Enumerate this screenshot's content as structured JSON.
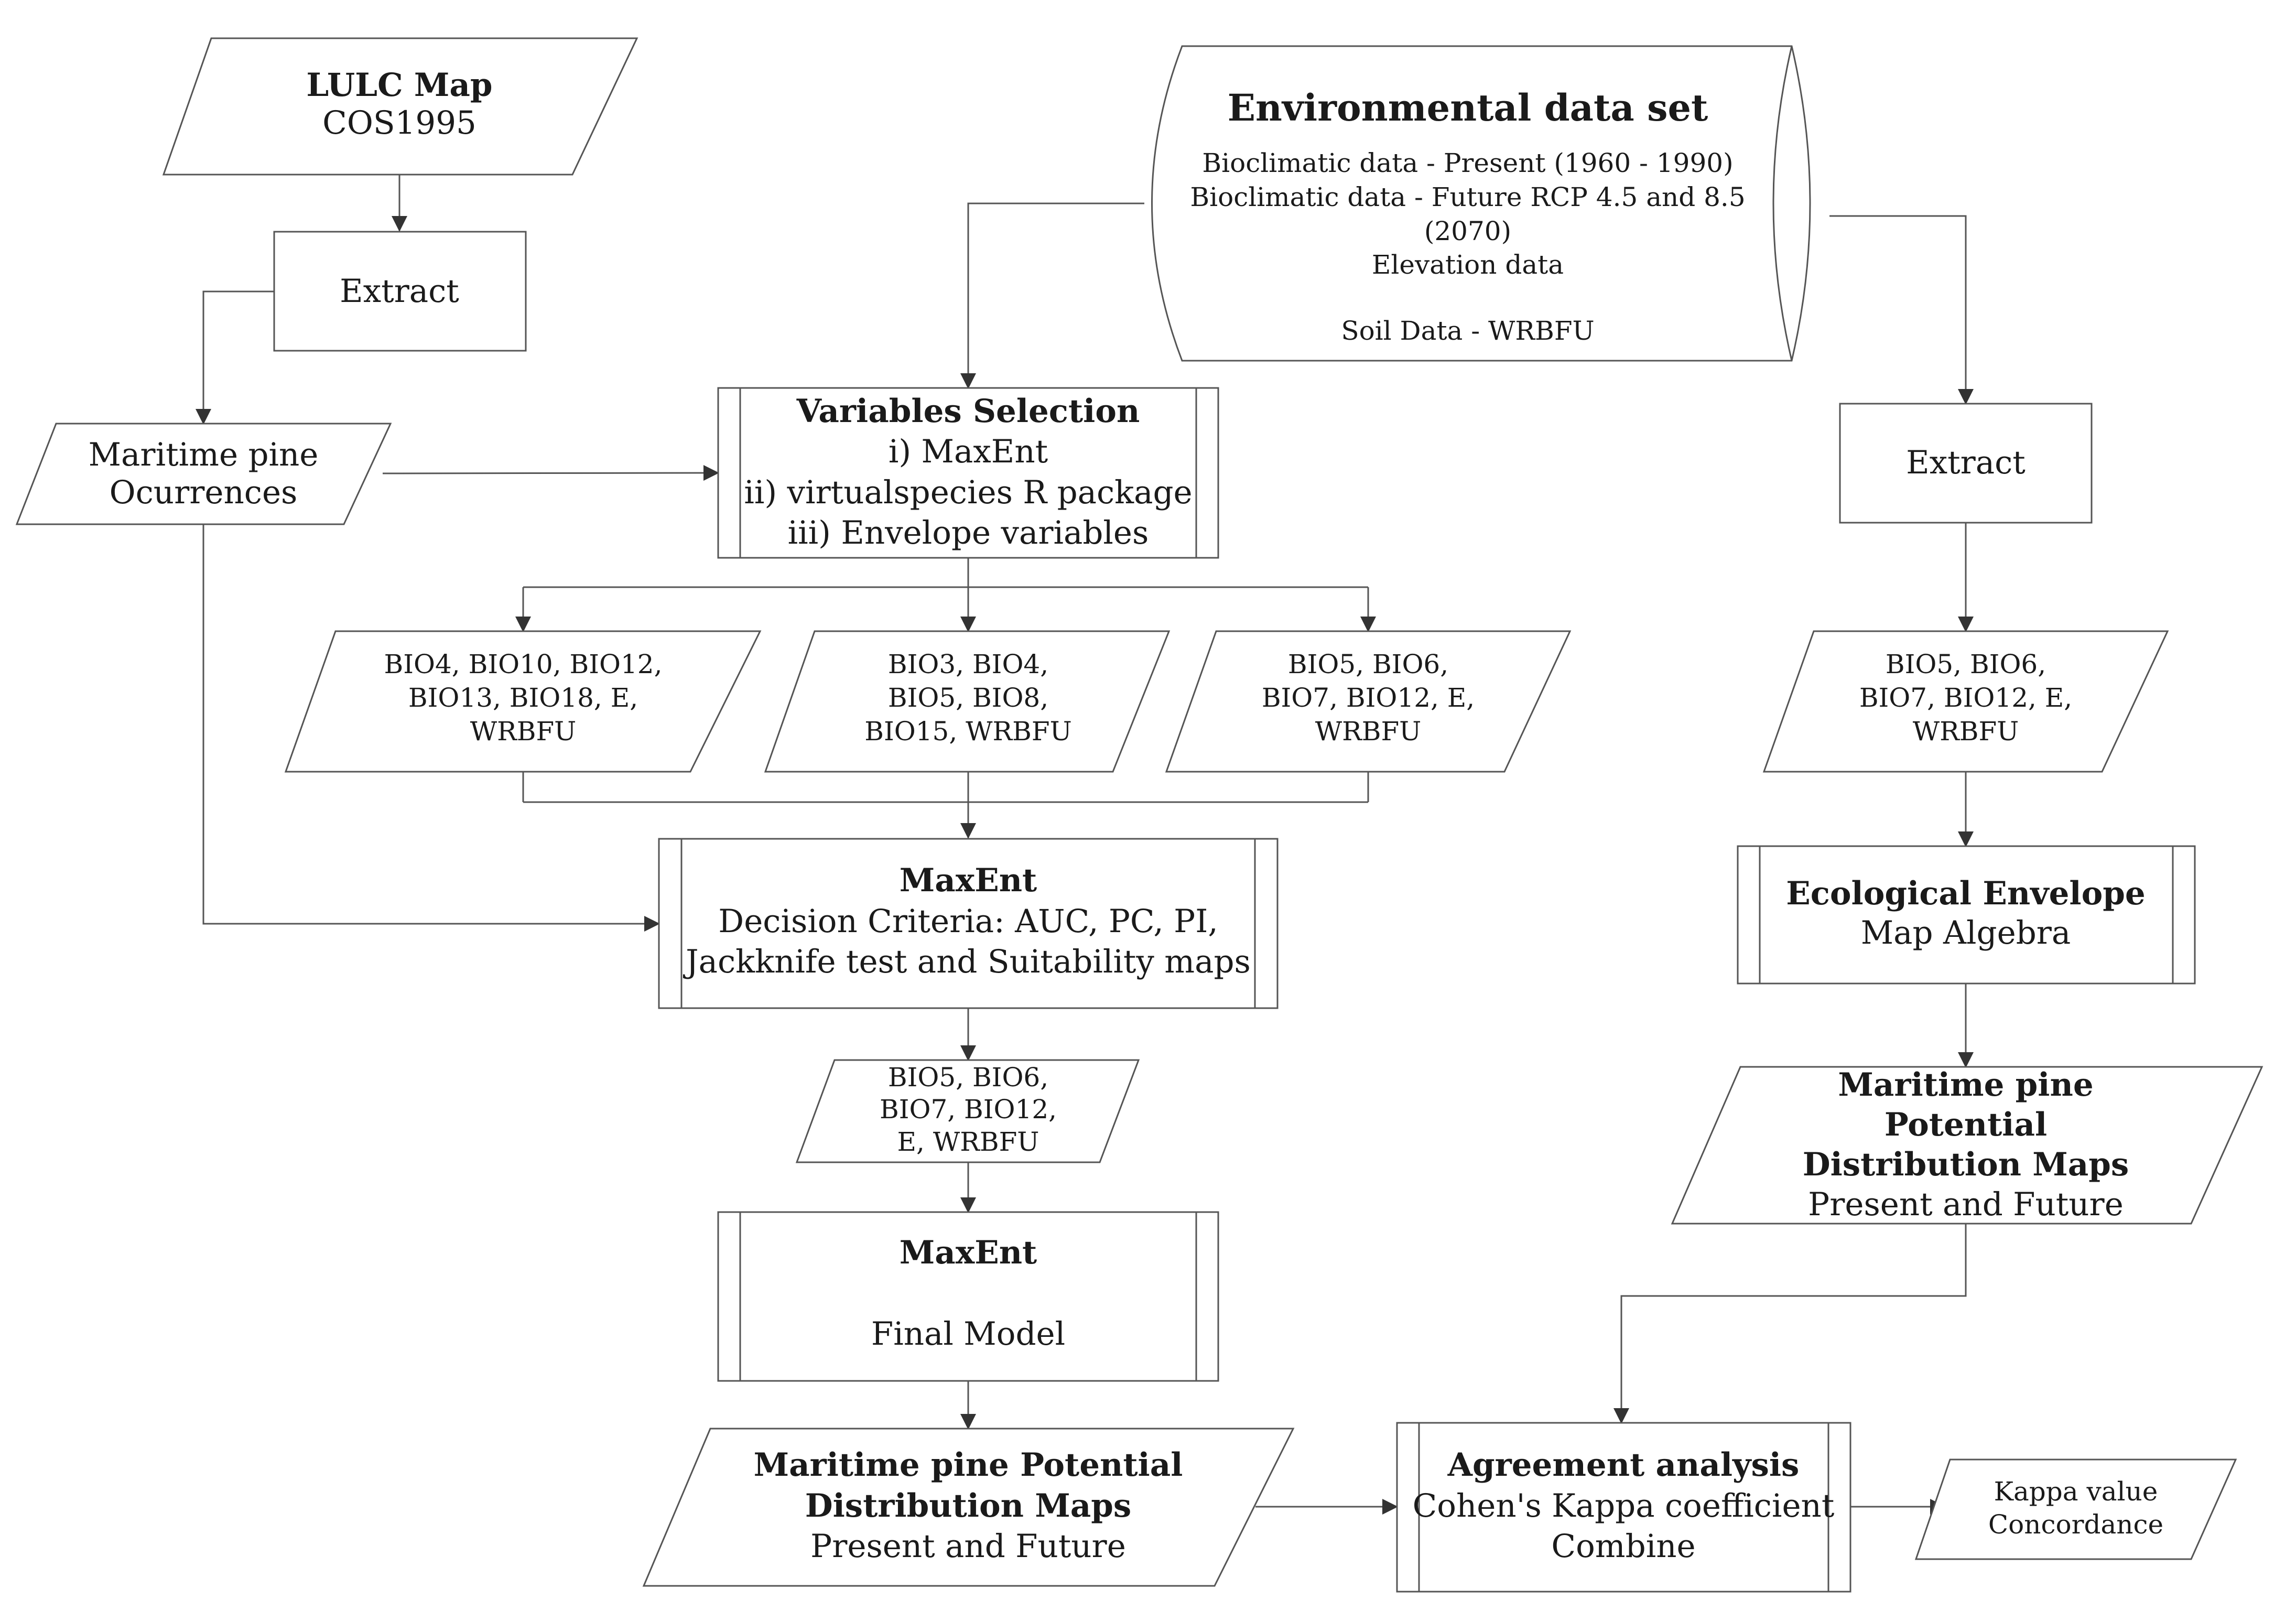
{
  "nodes": {
    "lulc_map": {
      "title": "LULC Map",
      "subtitle": "COS1995"
    },
    "extract_left": {
      "label": "Extract"
    },
    "occurrences": {
      "line1": "Maritime pine",
      "line2": "Ocurrences"
    },
    "env_data": {
      "title": "Environmental data set",
      "lines": [
        "Bioclimatic data - Present (1960 - 1990)",
        "Bioclimatic data - Future RCP 4.5 and 8.5",
        "(2070)",
        "Elevation data",
        "",
        "Soil Data - WRBFU"
      ]
    },
    "variables_selection": {
      "title": "Variables Selection",
      "items": [
        "i) MaxEnt",
        "ii) virtualspecies R package",
        "iii) Envelope variables"
      ]
    },
    "set_a": {
      "lines": [
        "BIO4, BIO10, BIO12,",
        "BIO13, BIO18, E,",
        "WRBFU"
      ]
    },
    "set_b": {
      "lines": [
        "BIO3, BIO4,",
        "BIO5, BIO8,",
        "BIO15, WRBFU"
      ]
    },
    "set_c": {
      "lines": [
        "BIO5, BIO6,",
        "BIO7, BIO12, E,",
        "WRBFU"
      ]
    },
    "maxent_criteria": {
      "title": "MaxEnt",
      "lines": [
        "Decision Criteria: AUC, PC, PI,",
        "Jackknife test and Suitability maps"
      ]
    },
    "selected_set": {
      "lines": [
        "BIO5, BIO6,",
        "BIO7, BIO12,",
        "E, WRBFU"
      ]
    },
    "maxent_final": {
      "title": "MaxEnt",
      "subtitle": "Final Model"
    },
    "maxent_maps": {
      "title_line1": "Maritime pine Potential",
      "title_line2": "Distribution Maps",
      "subtitle": "Present and Future"
    },
    "extract_right": {
      "label": "Extract"
    },
    "envelope_set": {
      "lines": [
        "BIO5, BIO6,",
        "BIO7, BIO12, E,",
        "WRBFU"
      ]
    },
    "ecological_envelope": {
      "title": "Ecological Envelope",
      "subtitle": "Map Algebra"
    },
    "envelope_maps": {
      "title_lines": [
        "Maritime pine",
        "Potential",
        "Distribution Maps"
      ],
      "subtitle": "Present and Future"
    },
    "agreement": {
      "title": "Agreement analysis",
      "lines": [
        "Cohen's Kappa coefficient",
        "Combine"
      ]
    },
    "kappa_output": {
      "lines": [
        "Kappa value",
        "Concordance"
      ]
    }
  },
  "colors": {
    "stroke": "#555555",
    "text": "#1a1a1a",
    "background": "#ffffff"
  }
}
